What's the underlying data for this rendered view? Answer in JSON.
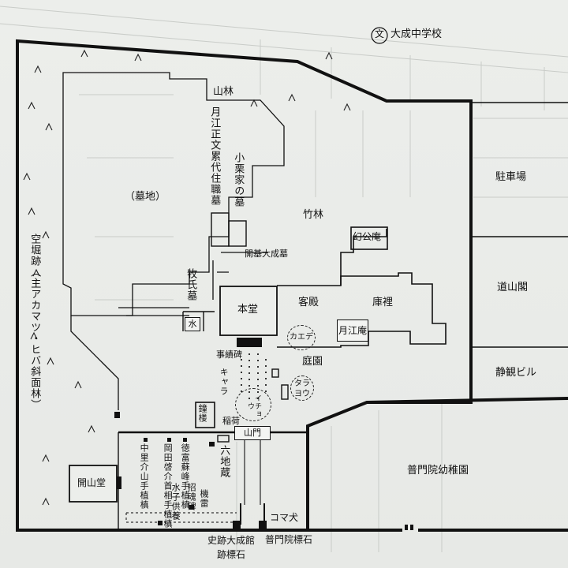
{
  "map": {
    "labels": {
      "school": "大成中学校",
      "school_symbol": "文",
      "sanrin": "山林",
      "getsuko_tomb": "月江正文累代住職墓",
      "oguri_tomb": "小栗家の墓",
      "cemetery": "（墓地）",
      "chikurin": "竹林",
      "genkoan": "幻公庵",
      "kaiki_tomb": "開基大成墓",
      "maki_tomb": "牧氏墓",
      "hondo": "本堂",
      "kyakuden": "客殿",
      "kuri": "庫裡",
      "gekkoan": "月江庵",
      "kaede": "カエデ",
      "teien": "庭園",
      "tarayo": "タラヨウ",
      "mizu": "水",
      "jisekihi": "事績碑",
      "kyara": "キャラ",
      "icho": "イチョウ",
      "shoro": "鐘楼",
      "inari": "稲荷",
      "sanmon": "山門",
      "rokujizo": "六地蔵",
      "dry_moat": "空堀跡（主アカマツ・ヒバ斜面林）",
      "parking": "駐車場",
      "dozankaku": "道山閣",
      "seikan_bldg": "静観ビル",
      "kindergarten": "普門院幼稚園",
      "kaizando": "開山堂",
      "komainu": "コマ犬",
      "fumonin_stone": "普門院標石",
      "shiseki_stone": "史跡大成館跡標石",
      "nakamura": "中里介山手植槙",
      "okada": "岡田啓介首相手植槙",
      "tokutomi": "徳富蘇峰手植槙",
      "mizuko": "水子供養",
      "shokon": "招魂碑",
      "kirai": "機雷"
    }
  },
  "colors": {
    "ink": "#111111",
    "bg": "#e9ebe8"
  }
}
